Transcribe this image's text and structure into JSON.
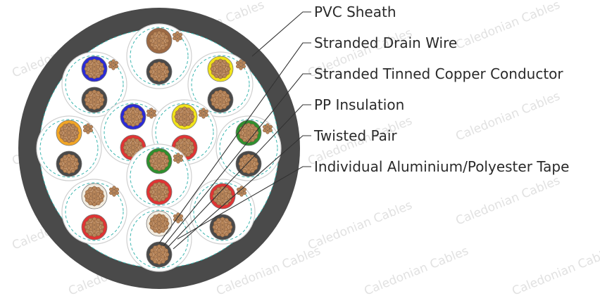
{
  "labels": [
    "PVC Sheath",
    "Stranded Drain Wire",
    "Stranded Tinned Copper Conductor",
    "PP Insulation",
    "Twisted Pair",
    "Individual Aluminium/Polyester Tape"
  ],
  "watermark": "Caledonian Cables",
  "colors": {
    "sheath": "#4a4a4a",
    "inner": "#ffffff",
    "tape": "#3cb6b0",
    "copper": "#b8865a",
    "leader": "#333333",
    "text": "#2a2a2a"
  },
  "pairs": [
    {
      "a": "brown",
      "b": "black"
    },
    {
      "a": "blue",
      "b": "black"
    },
    {
      "a": "yellow",
      "b": "black"
    },
    {
      "a": "orange",
      "b": "black"
    },
    {
      "a": "blue",
      "b": "red"
    },
    {
      "a": "yellow",
      "b": "red"
    },
    {
      "a": "green",
      "b": "black"
    },
    {
      "a": "green",
      "b": "red"
    },
    {
      "a": "white",
      "b": "red"
    },
    {
      "a": "red",
      "b": "black"
    },
    {
      "a": "white",
      "b": "black"
    }
  ],
  "insulation_colors": {
    "brown": "#9c6a45",
    "black": "#4a4a4a",
    "blue": "#2b2bd6",
    "yellow": "#f0e21a",
    "orange": "#f2a626",
    "red": "#e03434",
    "green": "#2f8f2f",
    "white": "#f2ece0"
  }
}
